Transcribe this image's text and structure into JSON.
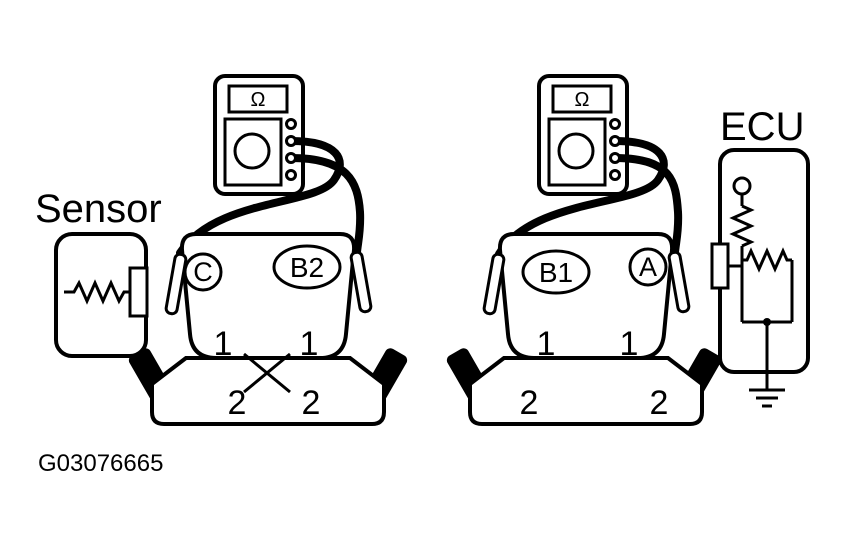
{
  "figure": {
    "code": "G03076665"
  },
  "left_diagram": {
    "sensor_label": "Sensor",
    "meter": {
      "display_symbol": "Ω"
    },
    "connector": {
      "terminal_left": "C",
      "terminal_right": "B2",
      "pin_top_left": "1",
      "pin_top_right": "1",
      "pin_bottom_left": "2",
      "pin_bottom_right": "2"
    }
  },
  "right_diagram": {
    "ecu_label": "ECU",
    "meter": {
      "display_symbol": "Ω"
    },
    "connector": {
      "terminal_left": "B1",
      "terminal_right": "A",
      "pin_top_left": "1",
      "pin_top_right": "1",
      "pin_bottom_left": "2",
      "pin_bottom_right": "2"
    }
  }
}
